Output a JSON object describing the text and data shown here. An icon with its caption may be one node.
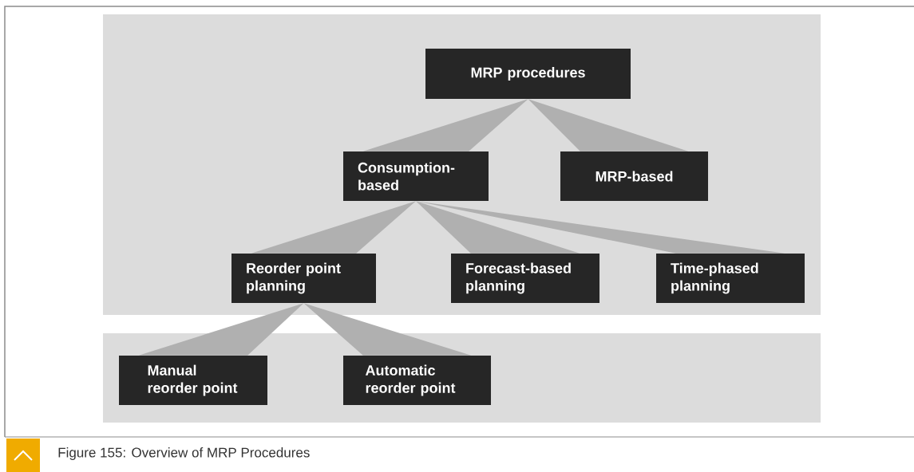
{
  "diagram": {
    "caption": "Figure 155: Overview of MRP Procedures",
    "nodes": [
      {
        "text": [
          "MRP procedures"
        ]
      },
      {
        "text": [
          "Consumption-based"
        ]
      },
      {
        "text": [
          "MRP-based"
        ]
      },
      {
        "text": [
          "Reorder point planning"
        ]
      },
      {
        "text": [
          "Forecast-based planning"
        ]
      },
      {
        "text": [
          "Time-phased planning"
        ]
      },
      {
        "text": [
          "Manual reorder point"
        ]
      },
      {
        "text": [
          "Automatic reorder point"
        ]
      }
    ],
    "edges": [
      {
        "from": 0,
        "to": 1,
        "arrow": "none"
      },
      {
        "from": 0,
        "to": 2,
        "arrow": "none"
      },
      {
        "from": 1,
        "to": 3,
        "arrow": "none"
      },
      {
        "from": 1,
        "to": 4,
        "arrow": "none"
      },
      {
        "from": 1,
        "to": 5,
        "arrow": "none"
      },
      {
        "from": 3,
        "to": 6,
        "arrow": "none"
      },
      {
        "from": 3,
        "to": 7,
        "arrow": "none"
      }
    ]
  }
}
